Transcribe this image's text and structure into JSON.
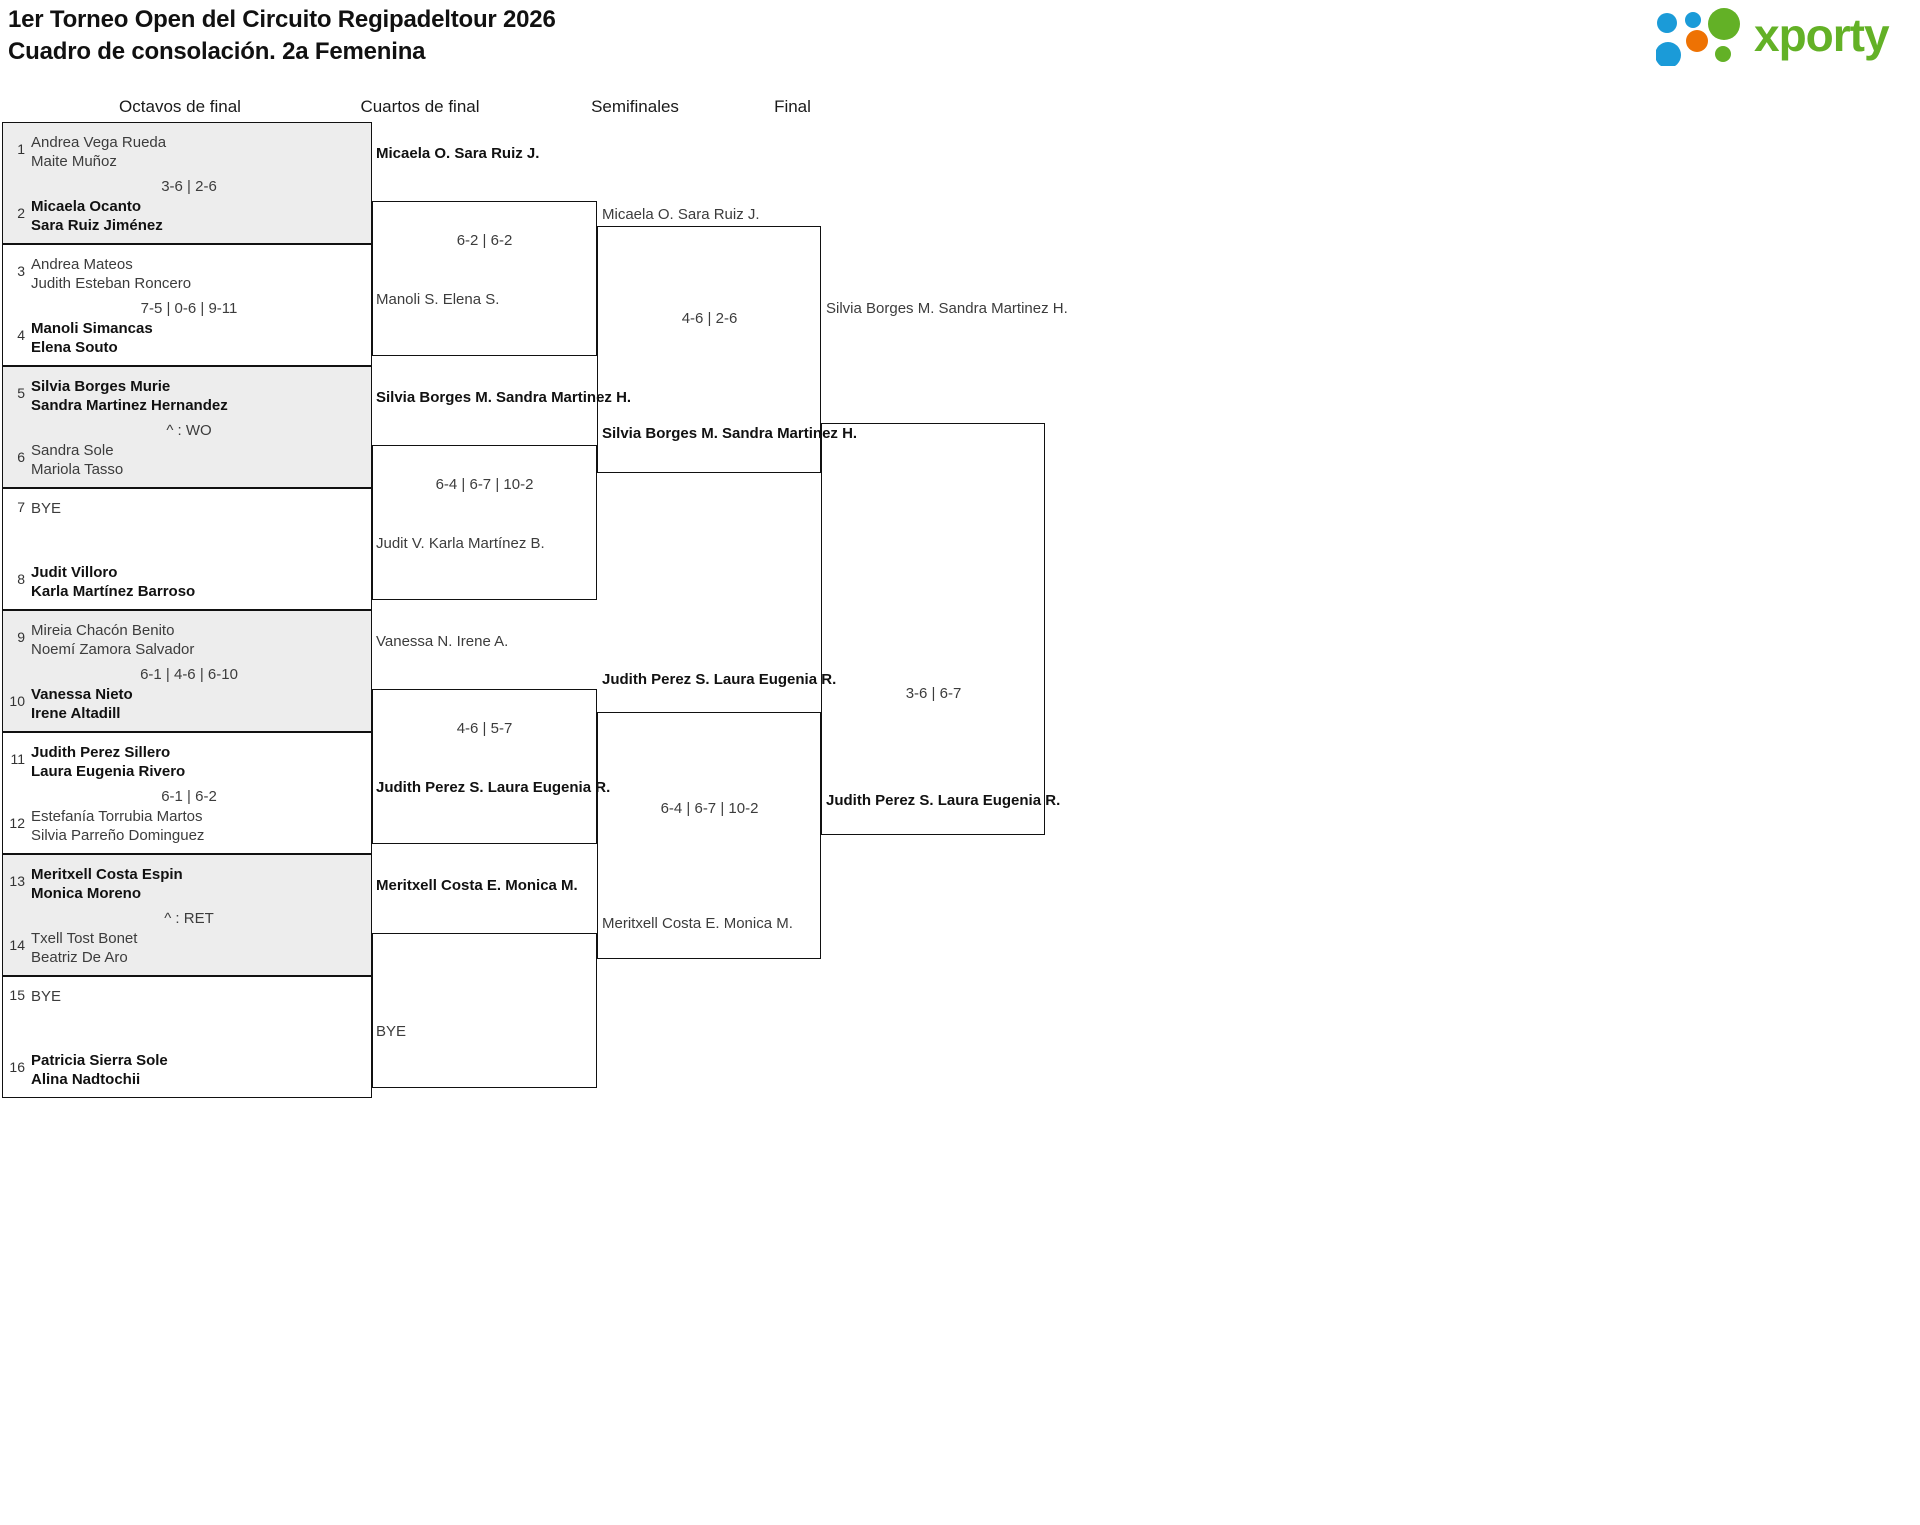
{
  "header": {
    "title_line1": "1er Torneo Open del Circuito Regipadeltour 2026",
    "title_line2": "Cuadro de consolación. 2a Femenina",
    "logo_text": "xporty",
    "logo_colors": {
      "green": "#63b126",
      "blue": "#1b9bd8",
      "orange": "#ee7203"
    }
  },
  "rounds": [
    {
      "label": "Octavos de final"
    },
    {
      "label": "Cuartos de final"
    },
    {
      "label": "Semifinales"
    },
    {
      "label": "Final"
    }
  ],
  "bracket": {
    "round1": [
      {
        "seed_top": "1",
        "seed_bottom": "2",
        "top_p1": "Andrea Vega Rueda",
        "top_p2": "Maite Muñoz",
        "bottom_p1": "Micaela Ocanto",
        "bottom_p2": "Sara Ruiz Jiménez",
        "score": "3-6 | 2-6",
        "winner": "bottom",
        "shaded": true
      },
      {
        "seed_top": "3",
        "seed_bottom": "4",
        "top_p1": "Andrea Mateos",
        "top_p2": "Judith Esteban Roncero",
        "bottom_p1": "Manoli Simancas",
        "bottom_p2": "Elena Souto",
        "score": "7-5 | 0-6 | 9-11",
        "winner": "bottom",
        "shaded": false
      },
      {
        "seed_top": "5",
        "seed_bottom": "6",
        "top_p1": "Silvia Borges Murie",
        "top_p2": "Sandra Martinez Hernandez",
        "bottom_p1": "Sandra Sole",
        "bottom_p2": "Mariola Tasso",
        "score": "^ : WO",
        "winner": "top",
        "shaded": true
      },
      {
        "seed_top": "7",
        "seed_bottom": "8",
        "top_p1": "BYE",
        "top_p2": "",
        "bottom_p1": "Judit Villoro",
        "bottom_p2": "Karla Martínez Barroso",
        "score": "",
        "winner": "bottom",
        "shaded": false
      },
      {
        "seed_top": "9",
        "seed_bottom": "10",
        "top_p1": "Mireia Chacón Benito",
        "top_p2": "Noemí Zamora Salvador",
        "bottom_p1": "Vanessa Nieto",
        "bottom_p2": "Irene Altadill",
        "score": "6-1 | 4-6 | 6-10",
        "winner": "bottom",
        "shaded": true
      },
      {
        "seed_top": "11",
        "seed_bottom": "12",
        "top_p1": "Judith Perez Sillero",
        "top_p2": "Laura Eugenia Rivero",
        "bottom_p1": "Estefanía Torrubia Martos",
        "bottom_p2": "Silvia Parreño Dominguez",
        "score": "6-1 | 6-2",
        "winner": "top",
        "shaded": false
      },
      {
        "seed_top": "13",
        "seed_bottom": "14",
        "top_p1": "Meritxell Costa Espin",
        "top_p2": "Monica Moreno",
        "bottom_p1": "Txell Tost Bonet",
        "bottom_p2": "Beatriz De Aro",
        "score": "^ : RET",
        "winner": "top",
        "shaded": true
      },
      {
        "seed_top": "15",
        "seed_bottom": "16",
        "top_p1": "BYE",
        "top_p2": "",
        "bottom_p1": "Patricia Sierra Sole",
        "bottom_p2": "Alina Nadtochii",
        "score": "",
        "winner": "bottom",
        "shaded": false
      }
    ],
    "round2": [
      {
        "top_p1": "Micaela O.",
        "top_p2": "Sara Ruiz J.",
        "bottom_p1": "Manoli S.",
        "bottom_p2": "Elena S.",
        "score": "6-2 | 6-2",
        "winner": "top"
      },
      {
        "top_p1": "Silvia Borges M.",
        "top_p2": "Sandra Martinez H.",
        "bottom_p1": "Judit V.",
        "bottom_p2": "Karla Martínez B.",
        "score": "6-4 | 6-7 | 10-2",
        "winner": "top"
      },
      {
        "top_p1": "Vanessa N.",
        "top_p2": "Irene A.",
        "bottom_p1": "Judith Perez S.",
        "bottom_p2": "Laura Eugenia R.",
        "score": "4-6 | 5-7",
        "winner": "bottom"
      },
      {
        "top_p1": "Meritxell Costa E.",
        "top_p2": "Monica M.",
        "bottom_p1": "BYE",
        "bottom_p2": "",
        "score": "",
        "winner": "top"
      }
    ],
    "round3": [
      {
        "top_p1": "Micaela O.",
        "top_p2": "Sara Ruiz J.",
        "bottom_p1": "Silvia Borges M.",
        "bottom_p2": "Sandra Martinez H.",
        "score": "4-6 | 2-6",
        "winner": "bottom"
      },
      {
        "top_p1": "Judith Perez S.",
        "top_p2": "Laura Eugenia R.",
        "bottom_p1": "Meritxell Costa E.",
        "bottom_p2": "Monica M.",
        "score": "6-4 | 6-7 | 10-2",
        "winner": "top"
      }
    ],
    "round4": [
      {
        "top_p1": "Silvia Borges M.",
        "top_p2": "Sandra Martinez H.",
        "bottom_p1": "Judith Perez S.",
        "bottom_p2": "Laura Eugenia R.",
        "score": "3-6 | 6-7",
        "winner": "bottom"
      }
    ]
  }
}
